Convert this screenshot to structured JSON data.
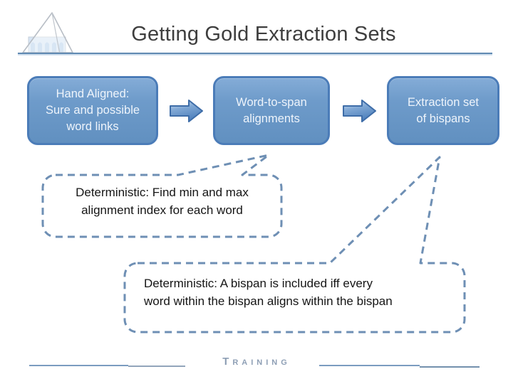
{
  "slide_title": "Getting Gold Extraction Sets",
  "flow_boxes": [
    {
      "label": "Hand Aligned:\nSure and possible\nword links"
    },
    {
      "label": "Word-to-span\nalignments"
    },
    {
      "label": "Extraction set\nof bispans"
    }
  ],
  "callouts": [
    {
      "text": "Deterministic: Find min and max\nalignment index for each word"
    },
    {
      "text": "Deterministic: A bispan is included iff every\nword within the bispan aligns within the bispan"
    }
  ],
  "footer": {
    "initial": "T",
    "rest": "RAINING"
  },
  "icons": {
    "logo": "pavilion-logo-icon",
    "arrow": "right-block-arrow-icon"
  },
  "colors": {
    "accent_blue": "#4f81bd",
    "box_fill": "#6795c5",
    "box_border": "#4b7cb8",
    "callout_dash": "#6e8fb4",
    "title_text": "#3e3e3e",
    "title_rule": "#5f89b2",
    "footer_text": "#8e9fb5"
  }
}
